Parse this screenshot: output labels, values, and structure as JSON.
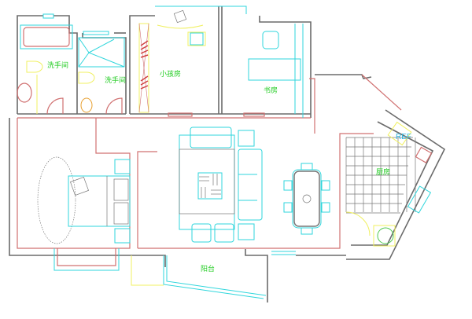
{
  "rooms": {
    "bathroom_1": "洗手间",
    "bathroom_2": "洗手间",
    "kids_room": "小孩房",
    "study": "书房",
    "kitchen": "厨房",
    "refrigerator": "REF",
    "balcony": "阳台"
  },
  "colors": {
    "wall": "#6b6b6b",
    "inner_wall": "#d07070",
    "furniture": "#2fd6dc",
    "fixtures": "#f0f060",
    "label": "#22cc22"
  }
}
